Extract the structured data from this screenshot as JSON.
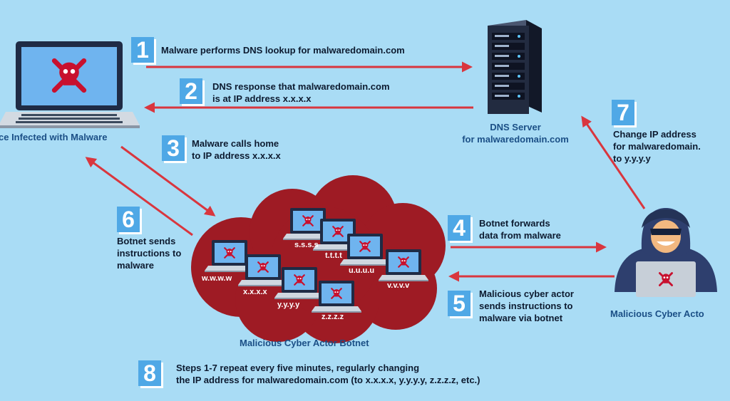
{
  "steps": [
    {
      "number": "1",
      "lines": [
        "Malware performs DNS lookup for malwaredomain.com"
      ]
    },
    {
      "number": "2",
      "lines": [
        "DNS response that malwaredomain.com",
        "is at IP address x.x.x.x"
      ]
    },
    {
      "number": "3",
      "lines": [
        "Malware calls home",
        "to IP address x.x.x.x"
      ]
    },
    {
      "number": "4",
      "lines": [
        "Botnet forwards",
        "data from malware"
      ]
    },
    {
      "number": "5",
      "lines": [
        "Malicious cyber actor",
        "sends instructions to",
        "malware via botnet"
      ]
    },
    {
      "number": "6",
      "lines": [
        "Botnet sends",
        "instructions to",
        "malware"
      ]
    },
    {
      "number": "7",
      "lines": [
        "Change IP address",
        "for malwaredomain.",
        "to y.y.y.y"
      ]
    },
    {
      "number": "8",
      "lines": [
        "Steps 1-7 repeat every five minutes, regularly changing",
        "the IP address for malwaredomain.com (to x.x.x.x, y.y.y.y, z.z.z.z, etc.)"
      ]
    }
  ],
  "labels": {
    "infected_device": "ce Infected with Malware",
    "dns_server_line1": "DNS Server",
    "dns_server_line2": "for malwaredomain.com",
    "botnet": "Malicious Cyber Actor Botnet",
    "actor": "Malicious Cyber Acto"
  },
  "botnet_ips": [
    "s.s.s.s",
    "t.t.t.t",
    "u.u.u.u",
    "w.w.w.w",
    "x.x.x.x",
    "y.y.y.y",
    "v.v.v.v",
    "z.z.z.z"
  ],
  "colors": {
    "background": "#a9dcf5",
    "arrow": "#d9363e",
    "cloud": "#9e1b24",
    "number_box": "#4fa8e6",
    "skull": "#c8102e",
    "hood": "#2e3f6e"
  },
  "icons": {
    "infected": "laptop-skull-icon",
    "server": "dns-server-icon",
    "actor": "hooded-hacker-icon",
    "bot": "laptop-skull-icon"
  }
}
